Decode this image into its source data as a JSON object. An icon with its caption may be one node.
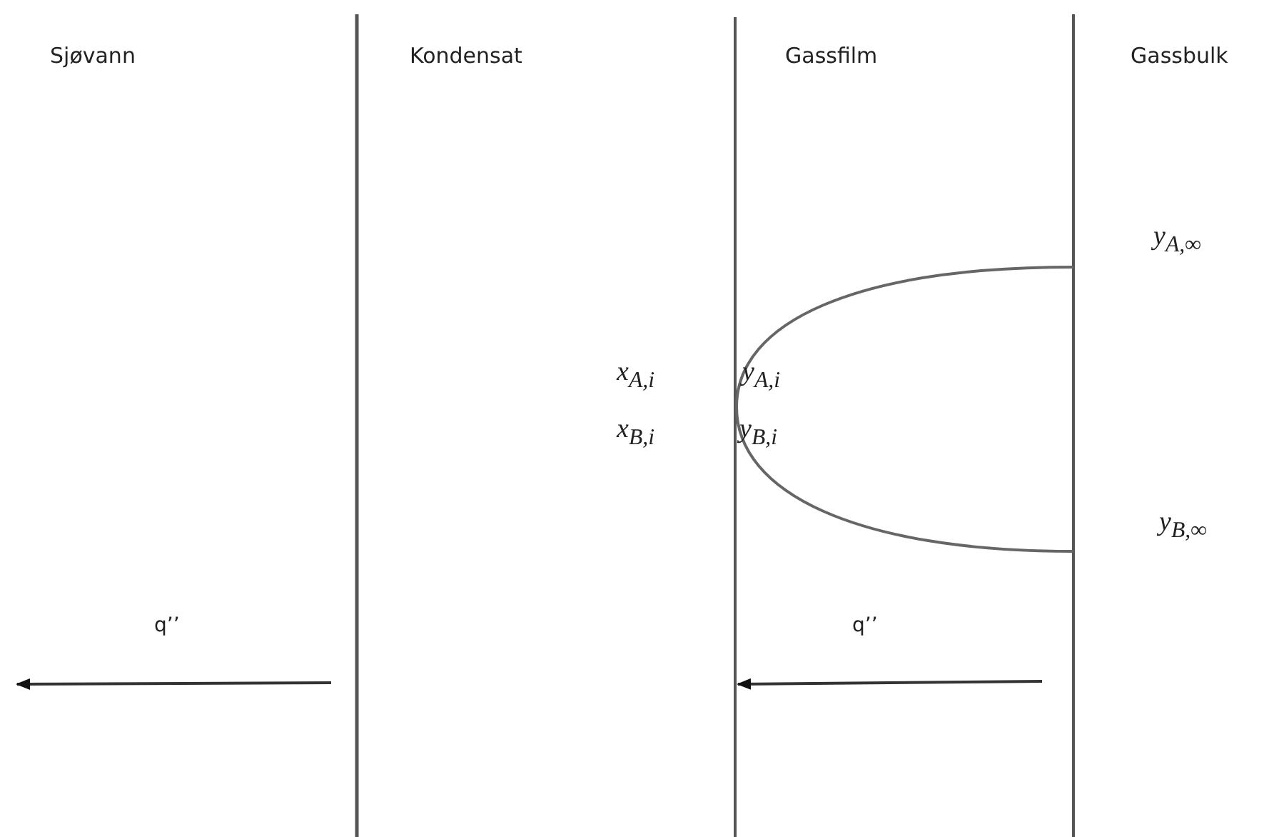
{
  "diagram": {
    "labels": [
      "Sjøvann",
      "Kondensat",
      "Gassfilm",
      "Gassbulk",
      "y$_{A,∞}$",
      "x$_{A,i}$",
      "y$_{A,i}$",
      "x$_{B,i}$",
      "y$_{B,i}$",
      "y$_{B,∞}$",
      "q’’",
      "q’’"
    ]
  }
}
